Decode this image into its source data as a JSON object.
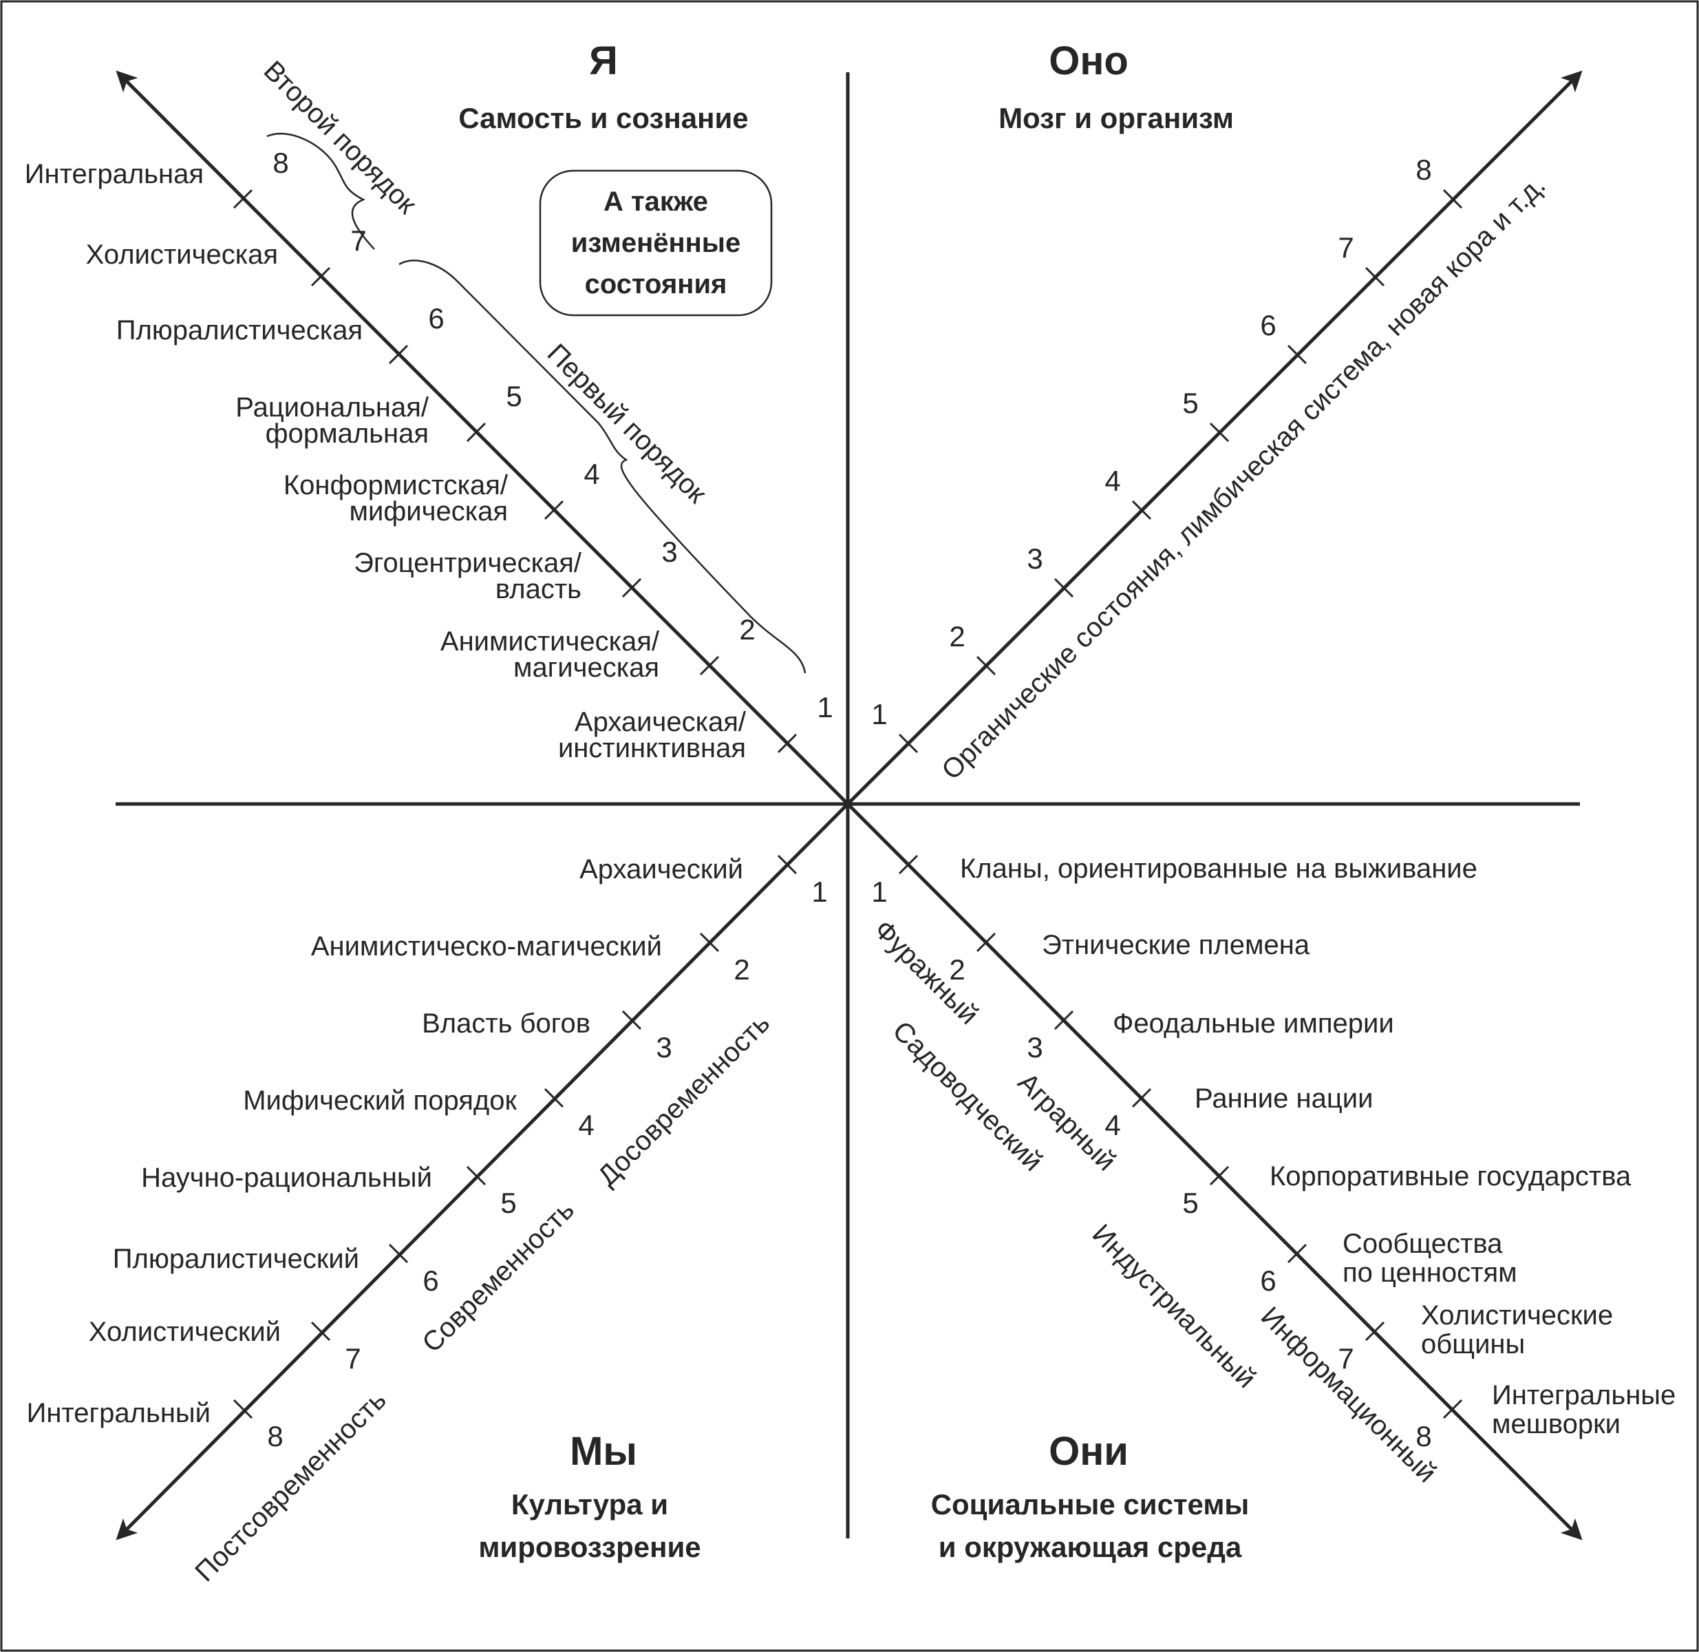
{
  "quadrants": {
    "upper_left": {
      "title": "Я",
      "subtitle": "Самость и сознание"
    },
    "upper_right": {
      "title": "Оно",
      "subtitle": "Мозг и организм"
    },
    "lower_left": {
      "title": "Мы",
      "subtitle_line1": "Культура и",
      "subtitle_line2": "мировоззрение"
    },
    "lower_right": {
      "title": "Они",
      "subtitle_line1": "Социальные системы",
      "subtitle_line2": "и окружающая среда"
    }
  },
  "note_box": {
    "line1": "А также",
    "line2": "изменённые",
    "line3": "состояния"
  },
  "brackets": {
    "second_tier": "Второй порядок",
    "first_tier": "Первый порядок"
  },
  "level_numbers": [
    "1",
    "2",
    "3",
    "4",
    "5",
    "6",
    "7",
    "8"
  ],
  "ul_levels": [
    {
      "line1": "Архаическая/",
      "line2": "инстинктивная"
    },
    {
      "line1": "Анимистическая/",
      "line2": "магическая"
    },
    {
      "line1": "Эгоцентрическая/",
      "line2": "власть"
    },
    {
      "line1": "Конформистская/",
      "line2": "мифическая"
    },
    {
      "line1": "Рациональная/",
      "line2": "формальная"
    },
    {
      "line1": "Плюралистическая",
      "line2": ""
    },
    {
      "line1": "Холистическая",
      "line2": ""
    },
    {
      "line1": "Интегральная",
      "line2": ""
    }
  ],
  "ur_axis_label": "Органические состояния, лимбическая система, новая кора и т.д.",
  "ll_levels": [
    "Архаический",
    "Анимистическо-магический",
    "Власть богов",
    "Мифический порядок",
    "Научно-рациональный",
    "Плюралистический",
    "Холистический",
    "Интегральный"
  ],
  "ll_eras": [
    "Досовременность",
    "Современность",
    "Постсовременность"
  ],
  "lr_levels": [
    {
      "line1": "Кланы, ориентированные на выживание",
      "line2": ""
    },
    {
      "line1": "Этнические племена",
      "line2": ""
    },
    {
      "line1": "Феодальные империи",
      "line2": ""
    },
    {
      "line1": "Ранние нации",
      "line2": ""
    },
    {
      "line1": "Корпоративные государства",
      "line2": ""
    },
    {
      "line1": "Сообщества",
      "line2": "по ценностям"
    },
    {
      "line1": "Холистические",
      "line2": "общины"
    },
    {
      "line1": "Интегральные",
      "line2": "мешворки"
    }
  ],
  "lr_economies": [
    "Фуражный",
    "Садоводческий",
    "Аграрный",
    "Индустриальный",
    "Информационный"
  ]
}
